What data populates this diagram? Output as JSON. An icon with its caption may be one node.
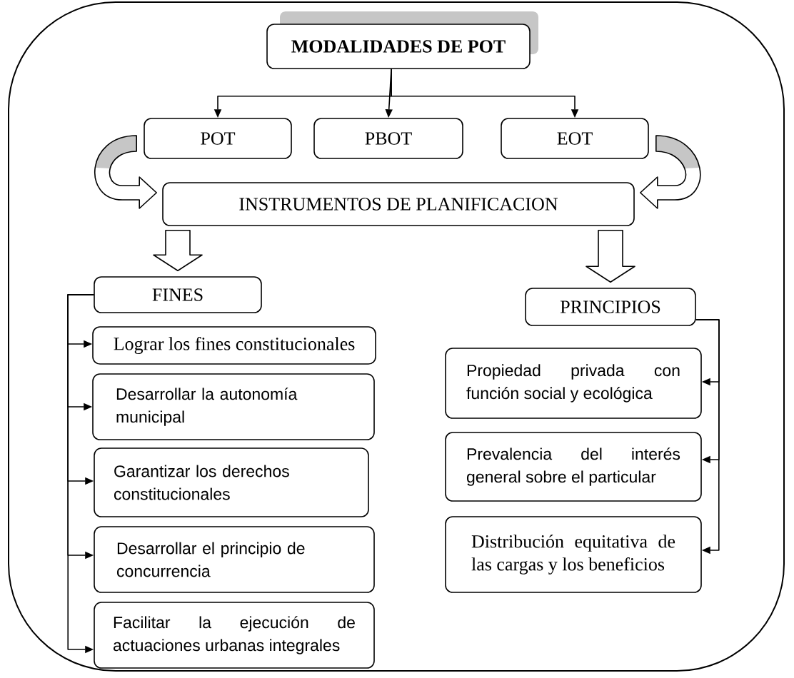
{
  "diagram": {
    "nodes": [
      {
        "text": [
          "MODALIDADES DE POT"
        ]
      },
      {
        "text": [
          "POT"
        ]
      },
      {
        "text": [
          "PBOT"
        ]
      },
      {
        "text": [
          "EOT"
        ]
      },
      {
        "text": [
          "INSTRUMENTOS DE PLANIFICACION"
        ]
      },
      {
        "text": [
          "FINES"
        ]
      },
      {
        "text": [
          "Lograr los fines constitucionales"
        ]
      },
      {
        "text": [
          "Desarrollar la autonomía municipal"
        ]
      },
      {
        "text": [
          "Garantizar los derechos constitucionales"
        ]
      },
      {
        "text": [
          "Desarrollar el principio de concurrencia"
        ]
      },
      {
        "text": [
          "Facilitar la ejecución de actuaciones urbanas integrales"
        ]
      },
      {
        "text": [
          "PRINCIPIOS"
        ]
      },
      {
        "text": [
          "Propiedad privada con función social y ecológica"
        ]
      },
      {
        "text": [
          "Prevalencia del interés general sobre el particular"
        ]
      },
      {
        "text": [
          "Distribución equitativa de las cargas y los beneficios"
        ]
      }
    ],
    "edges": [
      {
        "from": 0,
        "to": 1,
        "arrow": "to"
      },
      {
        "from": 0,
        "to": 2,
        "arrow": "to"
      },
      {
        "from": 0,
        "to": 3,
        "arrow": "to"
      },
      {
        "from": 1,
        "to": 4,
        "arrow": "to"
      },
      {
        "from": 3,
        "to": 4,
        "arrow": "to"
      },
      {
        "from": 4,
        "to": 5,
        "arrow": "to"
      },
      {
        "from": 4,
        "to": 11,
        "arrow": "to"
      },
      {
        "from": 5,
        "to": 6,
        "arrow": "to"
      },
      {
        "from": 5,
        "to": 7,
        "arrow": "to"
      },
      {
        "from": 5,
        "to": 8,
        "arrow": "to"
      },
      {
        "from": 5,
        "to": 9,
        "arrow": "to"
      },
      {
        "from": 5,
        "to": 10,
        "arrow": "to"
      },
      {
        "from": 11,
        "to": 12,
        "arrow": "to"
      },
      {
        "from": 11,
        "to": 13,
        "arrow": "to"
      },
      {
        "from": 11,
        "to": 14,
        "arrow": "to"
      }
    ]
  }
}
